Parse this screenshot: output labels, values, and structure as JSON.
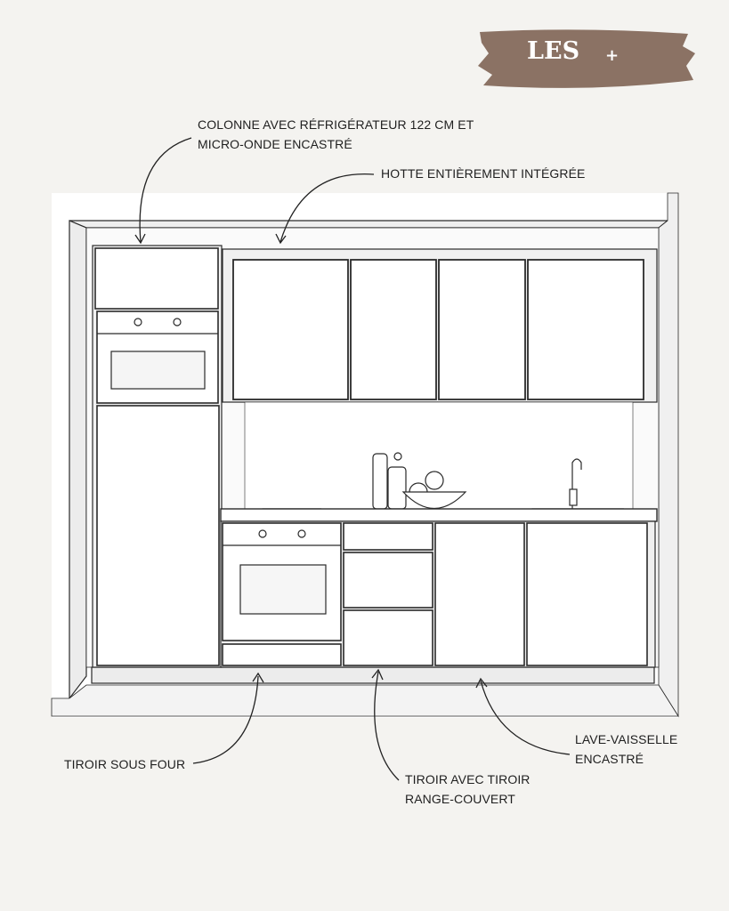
{
  "badge": {
    "title": "LES",
    "plus": "+",
    "color": "#8b7264"
  },
  "labels": {
    "column_line1": "COLONNE AVEC RÉFRIGÉRATEUR 122 CM ET",
    "column_line2": "MICRO-ONDE ENCASTRÉ",
    "hood": "HOTTE ENTIÈREMENT INTÉGRÉE",
    "oven_drawer": "TIROIR SOUS FOUR",
    "cutlery_line1": "TIROIR AVEC TIROIR",
    "cutlery_line2": "RANGE-COUVERT",
    "dishwasher_line1": "LAVE-VAISSELLE",
    "dishwasher_line2": "ENCASTRÉ"
  }
}
